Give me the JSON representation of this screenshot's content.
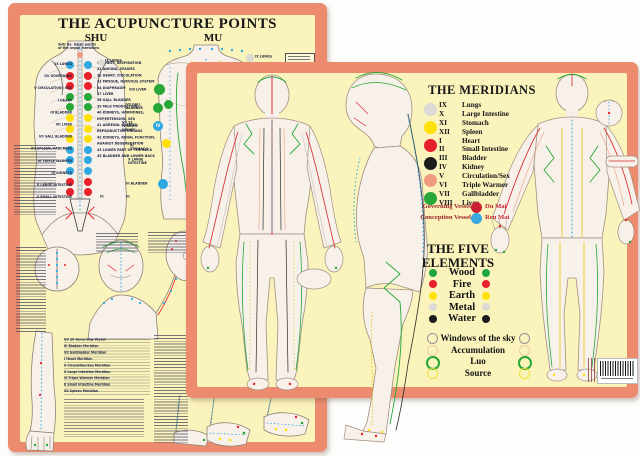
{
  "colors": {
    "border": "#EC8B6E",
    "paper": "#FAF3BC",
    "page_bg": "#FDFDFB",
    "green": "#27A737",
    "red": "#E8202A",
    "yellow": "#FFE10A",
    "blue": "#2FA8E1",
    "gray": "#DBDAD4",
    "salmon": "#F09B80",
    "black": "#1C1C1C"
  },
  "back_poster": {
    "title": "THE ACUPUNCTURE POINTS",
    "shu_label": "SHU",
    "mu_label": "MU",
    "top_note": "SHU (ie. back) points\nof the organ meridians",
    "shu_left_labels": [
      "IX LUNGS",
      "GV GOVERNING",
      "V CIRCULATION / SEX",
      "I HEART",
      "III BLADDER",
      "VII LIVER",
      "VII GALL BLADDER",
      "XII SPLEEN, PANCREAS",
      "VI TRIPLE WARMER",
      "IV KIDNEYS",
      "X LARGE INTESTINE",
      "II SMALL INTESTINE"
    ],
    "indications": [
      "30 CHEST, RESPIRATION",
      "31 ANGINA, SPASMS",
      "32 HEART, CIRCULATION",
      "33 FATIGUE, NERVOUS SYSTEM",
      "34 DIAPHRAGM",
      "37 LIVER",
      "38 GALL BLADDER",
      "39 MILK PRODUCTION",
      "40 KIDNEYS, HORMONES,",
      "    HYPERTENSION, SEX",
      "41 ADRENAL GLANDS,",
      "    REPRODUCTIVE ORGANS",
      "42 KIDNEYS, RENAL FUNCTION,",
      "    AGAINST DEGENERATION",
      "43 LOWER PART OF THE BACK",
      "45 BLADDER AND LOWER BACK"
    ],
    "mu_labels": {
      "lungs_left": "IX LUNGS",
      "lungs_right": "IX LUNGS",
      "liver": "VIII LIVER",
      "gallbladder": "VII GALL\nBLADDER",
      "kidney": "VII 23\nIV RIGHT\nKIDNEY",
      "kidney_circle": "IV",
      "stomach": "XI\nSTOMACH",
      "large_intestine": "X LARGE\nINTESTINE",
      "bladder": "III BLADDER"
    },
    "numerals": {
      "left": "III",
      "right": "III"
    },
    "bottom_headings": [
      "GV 20 Governing Vessel",
      "III Bladder Meridian",
      "VII Gallbladder Meridian",
      "I Heart Meridian",
      "V Circulation/Sex Meridian",
      "X Large Intestine Meridian",
      "VI Triple Warmer Meridian",
      "II Small Intestine Meridian",
      "XII Spleen Meridian"
    ],
    "shu_dot_colors": [
      "#2FA8E1",
      "#E8202A",
      "#E8202A",
      "#27A737",
      "#27A737",
      "#FFE10A",
      "#FFE10A",
      "#FFE10A",
      "#2FA8E1",
      "#2FA8E1",
      "#2FA8E1",
      "#E8202A",
      "#E8202A"
    ]
  },
  "front_poster": {
    "title": "THE MERIDIANS",
    "meridians": [
      {
        "numeral": "IX",
        "label": "Lungs"
      },
      {
        "numeral": "X",
        "label": "Large Intestine"
      },
      {
        "numeral": "XI",
        "label": "Stomach"
      },
      {
        "numeral": "XII",
        "label": "Spleen"
      },
      {
        "numeral": "I",
        "label": "Heart"
      },
      {
        "numeral": "II",
        "label": "Small Intestine"
      },
      {
        "numeral": "III",
        "label": "Bladder"
      },
      {
        "numeral": "IV",
        "label": "Kidney"
      },
      {
        "numeral": "V",
        "label": "Circulation/Sex"
      },
      {
        "numeral": "VI",
        "label": "Triple Warmer"
      },
      {
        "numeral": "VII",
        "label": "Gallbladder"
      },
      {
        "numeral": "VIII",
        "label": "Liver"
      }
    ],
    "group_colors": [
      "#DBDAD4",
      "#FFE10A",
      "#E8202A",
      "#1C1C1C",
      "#F09B80",
      "#27A737"
    ],
    "vessels": {
      "governing_label": "Governing Vessel",
      "du_mai": "Du Mai",
      "du_color": "#CB2233",
      "conception_label": "Conception Vessel",
      "ren_mai": "Ren Mai",
      "ren_color": "#39A8DF"
    },
    "five_elements": {
      "title": "THE FIVE\nELEMENTS",
      "rows": [
        {
          "name": "Wood",
          "color": "#1FA644"
        },
        {
          "name": "Fire",
          "color": "#E8202A"
        },
        {
          "name": "Earth",
          "color": "#FFE10A"
        },
        {
          "name": "Metal",
          "color": "#DBDAD4"
        },
        {
          "name": "Water",
          "color": "#1C1C1C"
        }
      ]
    },
    "special_points": [
      {
        "label": "Windows of the sky",
        "color": "#9E8FA0"
      },
      {
        "label": "Accumulation",
        "color": "#F4CBA6"
      },
      {
        "label": "Luo",
        "color": "#27A737"
      },
      {
        "label": "Source",
        "color": "#EFE23A"
      }
    ]
  }
}
